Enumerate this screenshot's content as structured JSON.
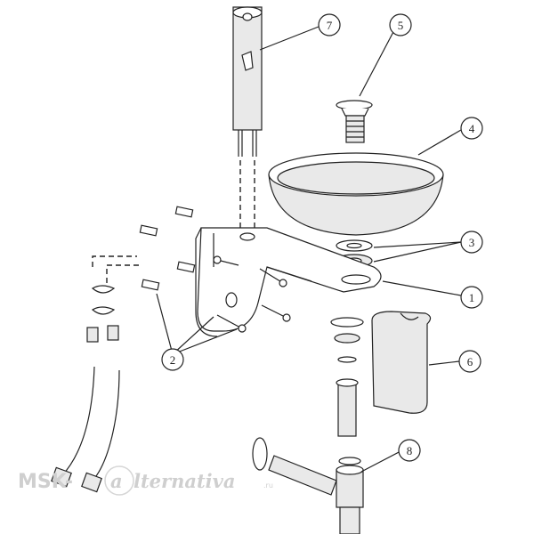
{
  "callouts": [
    {
      "id": "7",
      "label": "7"
    },
    {
      "id": "5",
      "label": "5"
    },
    {
      "id": "4",
      "label": "4"
    },
    {
      "id": "3",
      "label": "3"
    },
    {
      "id": "1",
      "label": "1"
    },
    {
      "id": "6",
      "label": "6"
    },
    {
      "id": "2",
      "label": "2"
    },
    {
      "id": "8",
      "label": "8"
    }
  ],
  "watermark": {
    "left": "MSK-",
    "script": "a",
    "right": "lternativa",
    "suffix": ".ru"
  },
  "colors": {
    "line": "#222222",
    "fill_light": "#e9e9e9",
    "watermark": "#cfcfcf"
  }
}
